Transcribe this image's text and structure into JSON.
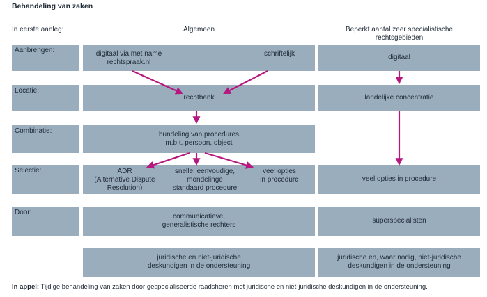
{
  "title": "Behandeling van zaken",
  "header": {
    "first_instance": "In eerste aanleg:",
    "general": "Algemeen",
    "specialist_line1": "Beperkt aantal zeer specialistische",
    "specialist_line2": "rechtsgebieden"
  },
  "rows": {
    "aanbrengen": {
      "label": "Aanbrengen:",
      "digital_line1": "digitaal via met name",
      "digital_line2": "rechtspraak.nl",
      "written": "schriftelijk",
      "specialist": "digitaal"
    },
    "locatie": {
      "label": "Locatie:",
      "general": "rechtbank",
      "specialist": "landelijke concentratie"
    },
    "combinatie": {
      "label": "Combinatie:",
      "line1": "bundeling van procedures",
      "line2": "m.b.t. persoon, object"
    },
    "selectie": {
      "label": "Selectie:",
      "adr_line1": "ADR",
      "adr_line2": "(Alternative Dispute",
      "adr_line3": "Resolution)",
      "fast_line1": "snelle, eenvoudige,",
      "fast_line2": "mondelinge",
      "fast_line3": "standaard procedure",
      "options_line1": "veel opties",
      "options_line2": "in procedure",
      "specialist": "veel opties in procedure"
    },
    "door": {
      "label": "Door:",
      "general_line1": "communicatieve,",
      "general_line2": "generalistische rechters",
      "specialist": "superspecialisten"
    },
    "support": {
      "general_line1": "juridische en niet-juridische",
      "general_line2": "deskundigen in de ondersteuning",
      "specialist_line1": "juridische en, waar nodig, niet-juridische",
      "specialist_line2": "deskundigen in de ondersteuning"
    }
  },
  "footer": {
    "bold": "In appel:",
    "text": " Tijdige behandeling van zaken door gespecialiseerde raadsheren met juridische en niet-juridische deskundigen in de ondersteuning."
  },
  "colors": {
    "box": "#9aadbd",
    "arrow": "#b5177f"
  }
}
